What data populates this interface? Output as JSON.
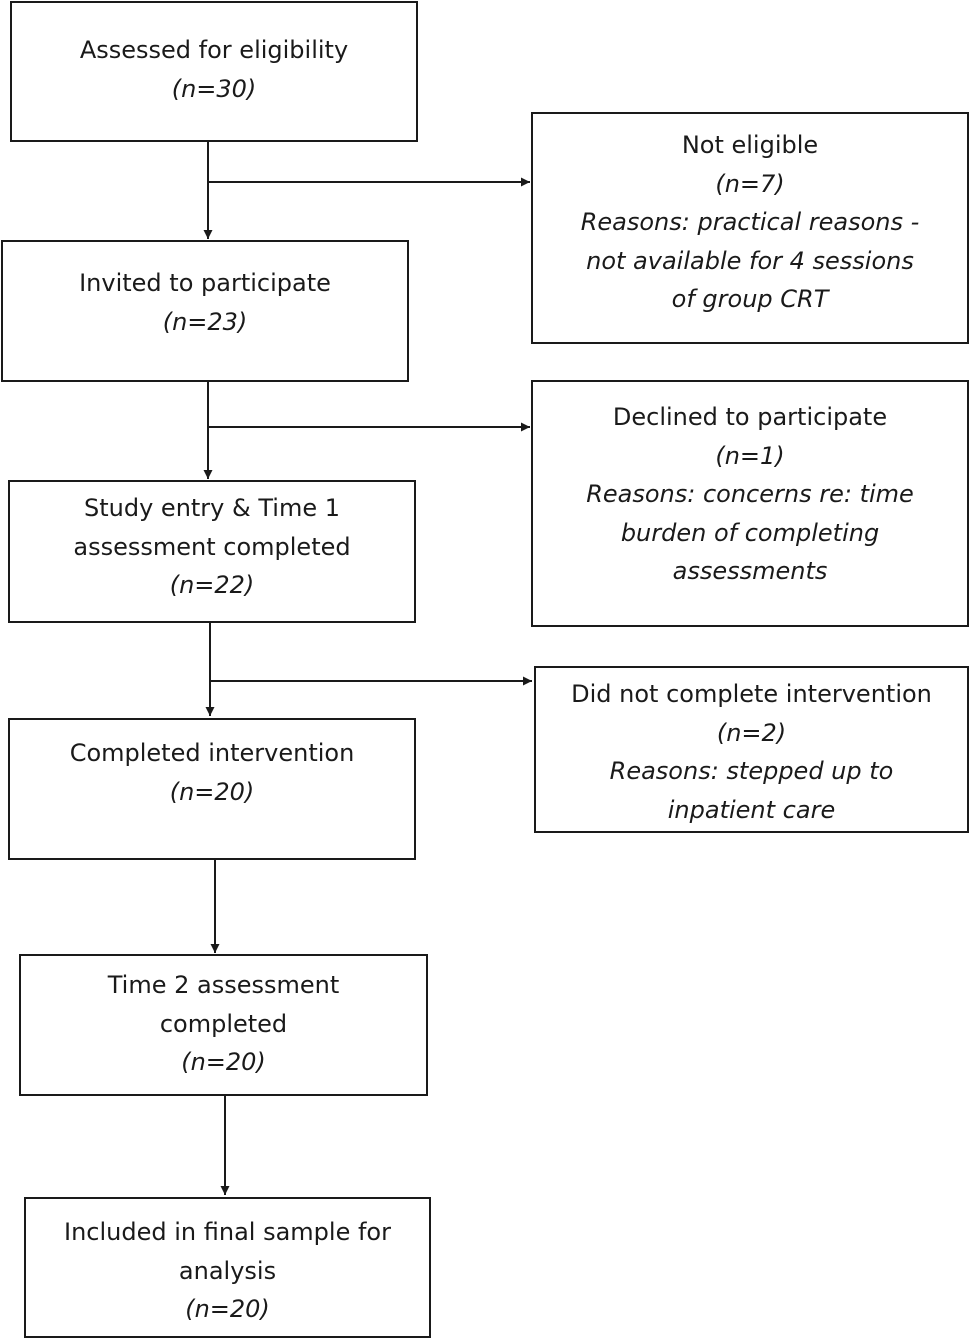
{
  "flow": {
    "assessed": {
      "lines": [
        "Assessed for eligibility"
      ],
      "n": "(n=30)"
    },
    "invited": {
      "lines": [
        "Invited to participate"
      ],
      "n": "(n=23)"
    },
    "study_entry": {
      "lines": [
        "Study entry & Time 1",
        "assessment completed"
      ],
      "n": "(n=22)"
    },
    "completed_intervention": {
      "lines": [
        "Completed intervention"
      ],
      "n": "(n=20)"
    },
    "time2": {
      "lines": [
        "Time 2 assessment",
        "completed"
      ],
      "n": "(n=20)"
    },
    "final_sample": {
      "lines": [
        "Included in final sample for",
        "analysis"
      ],
      "n": "(n=20)"
    }
  },
  "exclusions": {
    "not_eligible": {
      "title": "Not eligible",
      "n": "(n=7)",
      "reasons": [
        "Reasons: practical reasons -",
        "not available for 4 sessions",
        "of group CRT"
      ]
    },
    "declined": {
      "title": "Declined to participate",
      "n": "(n=1)",
      "reasons": [
        "Reasons: concerns re: time",
        "burden of completing",
        "assessments"
      ]
    },
    "did_not_complete": {
      "title": "Did not complete intervention",
      "n": "(n=2)",
      "reasons": [
        "Reasons: stepped up to",
        "inpatient care"
      ]
    }
  }
}
